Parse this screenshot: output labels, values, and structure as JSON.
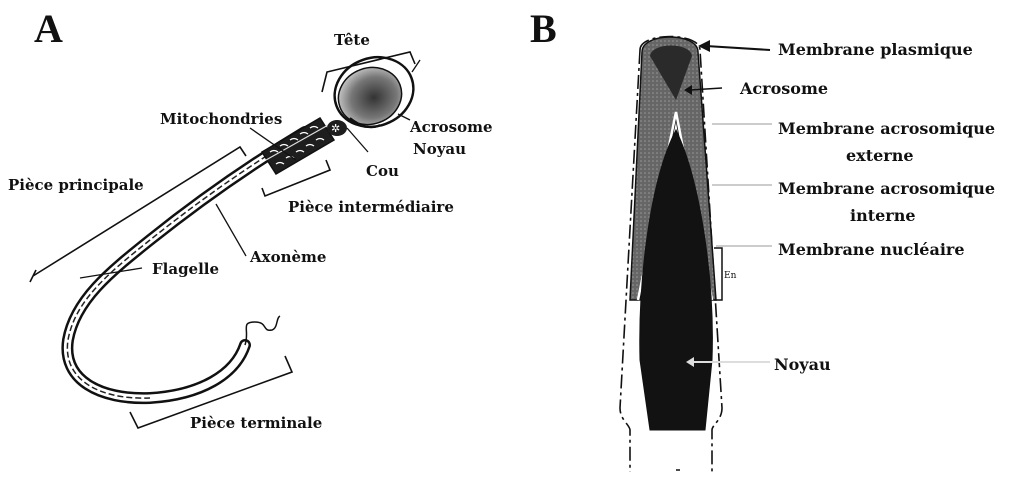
{
  "panel_a": {
    "letter": "A",
    "labels": {
      "tete": "Tête",
      "mitochondries": "Mitochondries",
      "acrosome": "Acrosome",
      "noyau": "Noyau",
      "cou": "Cou",
      "piece_principale": "Pièce principale",
      "piece_intermediaire": "Pièce intermédiaire",
      "axoneme": "Axonème",
      "flagelle": "Flagelle",
      "piece_terminale": "Pièce terminale"
    }
  },
  "panel_b": {
    "letter": "B",
    "labels": {
      "membrane_plasmique": "Membrane plasmique",
      "acrosome": "Acrosome",
      "membrane_acrosomique_externe_1": "Membrane acrosomique",
      "membrane_acrosomique_externe_2": "externe",
      "membrane_acrosomique_interne_1": "Membrane acrosomique",
      "membrane_acrosomique_interne_2": "interne",
      "membrane_nucleaire": "Membrane nucléaire",
      "noyau": "Noyau",
      "en_mark": "En"
    }
  },
  "colors": {
    "ink": "#111111",
    "dark_fill": "#1a1a1a",
    "mid_fill": "#555555",
    "pointer_grey": "#bbbbbb"
  }
}
